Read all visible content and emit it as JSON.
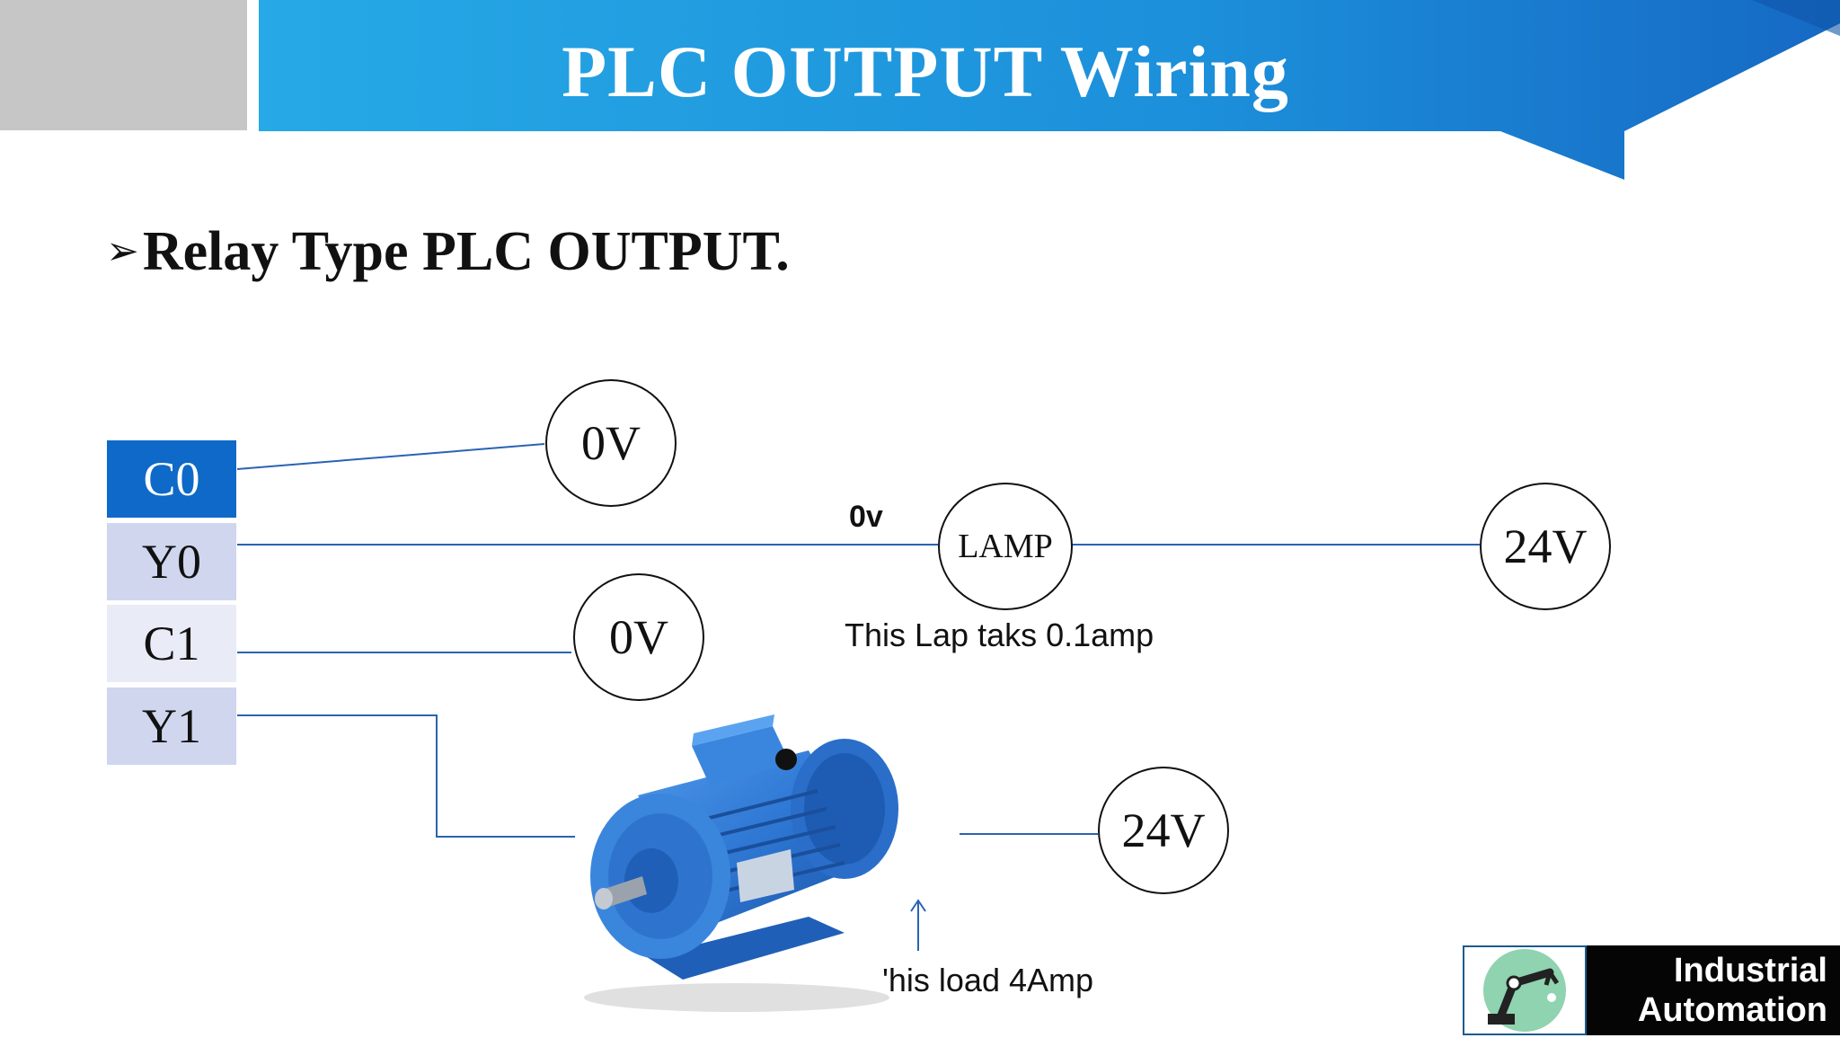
{
  "slide": {
    "title": "PLC OUTPUT Wiring",
    "subtitle": "Relay Type PLC OUTPUT.",
    "subtitle_bullet": "➢"
  },
  "terminals": [
    "C0",
    "Y0",
    "C1",
    "Y1"
  ],
  "nodes": {
    "c0_supply": "0V",
    "lamp": "LAMP",
    "lamp_supply": "24V",
    "c1_supply": "0V",
    "motor_supply": "24V"
  },
  "annotations": {
    "lamp_neg_label": "0v",
    "lamp_current": "This Lap taks 0.1amp",
    "motor_current": "his load 4Amp",
    "motor_current_prefix": "'"
  },
  "images": {
    "motor": "electric-motor-icon"
  },
  "logo": {
    "line1": "Industrial",
    "line2": "Automation"
  },
  "colors": {
    "banner_blue": "#1d9be0",
    "banner_gray": "#c6c6c6",
    "wire_blue": "#2a63b3",
    "c0_fill": "#0e69c8",
    "terminal_fill": "#cfd6ee",
    "motor_blue": "#2e78d4"
  }
}
